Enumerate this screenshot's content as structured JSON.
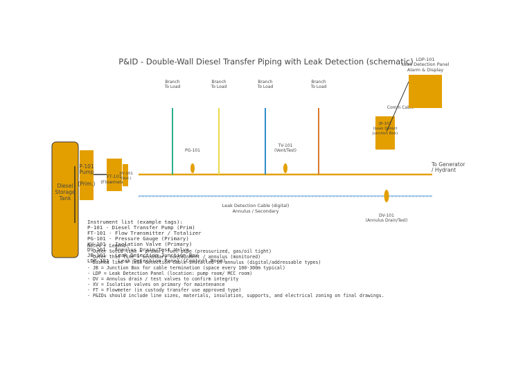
{
  "title": "P&ID - Double-Wall Diesel Transfer Piping with Leak Detection (schematic)",
  "colors": {
    "equipment": "#E39F00",
    "primary_pipe": "#E39F00",
    "secondary_annulus": "#6FB7E8",
    "cable": "#8C8C8C",
    "branch": [
      "#2AAE8A",
      "#E8D94A",
      "#2E8BC8",
      "#D9782B"
    ]
  },
  "tank": {
    "line1": "Diesel",
    "line2": "Storage",
    "line3": "Tank"
  },
  "pump": {
    "line1": "P-101",
    "line2": "Pump",
    "line3": "(Prim.)"
  },
  "flowmeter": {
    "line1": "FT-101",
    "line2": "(Flowmeter)"
  },
  "xv": {
    "line1": "XV-101",
    "line2": "(Isol.)"
  },
  "branches": [
    {
      "line1": "Branch",
      "line2": "To Load"
    },
    {
      "line1": "Branch",
      "line2": "To Load"
    },
    {
      "line1": "Branch",
      "line2": "To Load"
    },
    {
      "line1": "Branch",
      "line2": "To Load"
    }
  ],
  "pg": {
    "label": "PG-101"
  },
  "tv": {
    "line1": "TV-101",
    "line2": "(Vent/Test)"
  },
  "jb": {
    "line1": "JB-101",
    "line2": "(Leak Detect",
    "line3": "Junction Box)"
  },
  "ldp": {
    "line1": "LDP-101",
    "line2": "Leak Detection Panel",
    "line3": "Alarm & Display"
  },
  "comm_cable": "Comm Cable",
  "generator": {
    "line1": "To Generator",
    "line2": "/ Hydrant"
  },
  "dv": {
    "line1": "DV-101",
    "line2": "(Annulus Drain/Test)"
  },
  "cable_label": {
    "line1": "Leak Detection Cable (digital)",
    "line2": "Annulus / Secondary"
  },
  "instrument_list": [
    "Instrument list (example tags):",
    "P-101  - Diesel Transfer Pump (Prim)",
    "FT-101 - Flow Transmitter / Totalizer",
    "PG-101 - Pressure Gauge (Primary)",
    "XV-101 - Isolation Valve (Primary)",
    "DV-101 - Annulus Drain/Test Valve",
    "JB-101 - Leak Detection Junction Box",
    "LDP-101 - Leak Detection Panel (Control Room)"
  ],
  "notes": [
    "Notes / Legend:",
    "- Outer solid line = primary fuel pipe (pressurized, gas/oil tight)",
    "- Outer thin line = secondary containment / annulus (monitored)",
    "- Dashed line = leak detection cable installed in annulus (digital/addressable types)",
    "- JB = Junction Box for cable termination (space every 100-300m typical)",
    "- LDP = Leak Detection Panel (location: pump room/ MCC room)",
    "- DV = Annulus drain / test valves to confirm integrity",
    "- XV = Isolation valves on primary for maintenance",
    "- FT = Flowmeter (in custody transfer use approved type)",
    "- P&IDs should include line sizes, materials, insulation, supports, and electrical zoning on final drawings."
  ]
}
